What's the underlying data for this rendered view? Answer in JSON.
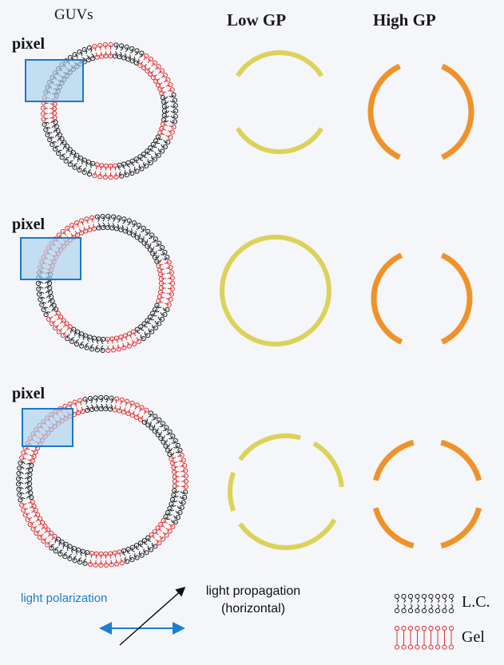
{
  "headers": {
    "guvs": "GUVs",
    "low_gp": "Low GP",
    "high_gp": "High GP"
  },
  "rows": [
    {
      "pixel_label": "pixel"
    },
    {
      "pixel_label": "pixel"
    },
    {
      "pixel_label": "pixel"
    }
  ],
  "polarization": {
    "label": "light polarization"
  },
  "propagation": {
    "line1": "light propagation",
    "line2": "(horizontal)"
  },
  "legend": {
    "lc": "L.C.",
    "gel": "Gel"
  },
  "colors": {
    "low_gp": "#dcd25a",
    "high_gp": "#f0922a",
    "lc_lipid": "#222222",
    "gel_lipid": "#e03030",
    "pixel_box": "#1b78c8",
    "pixel_fill": "#a9d0ec",
    "polarization": "#1a7fd0"
  }
}
